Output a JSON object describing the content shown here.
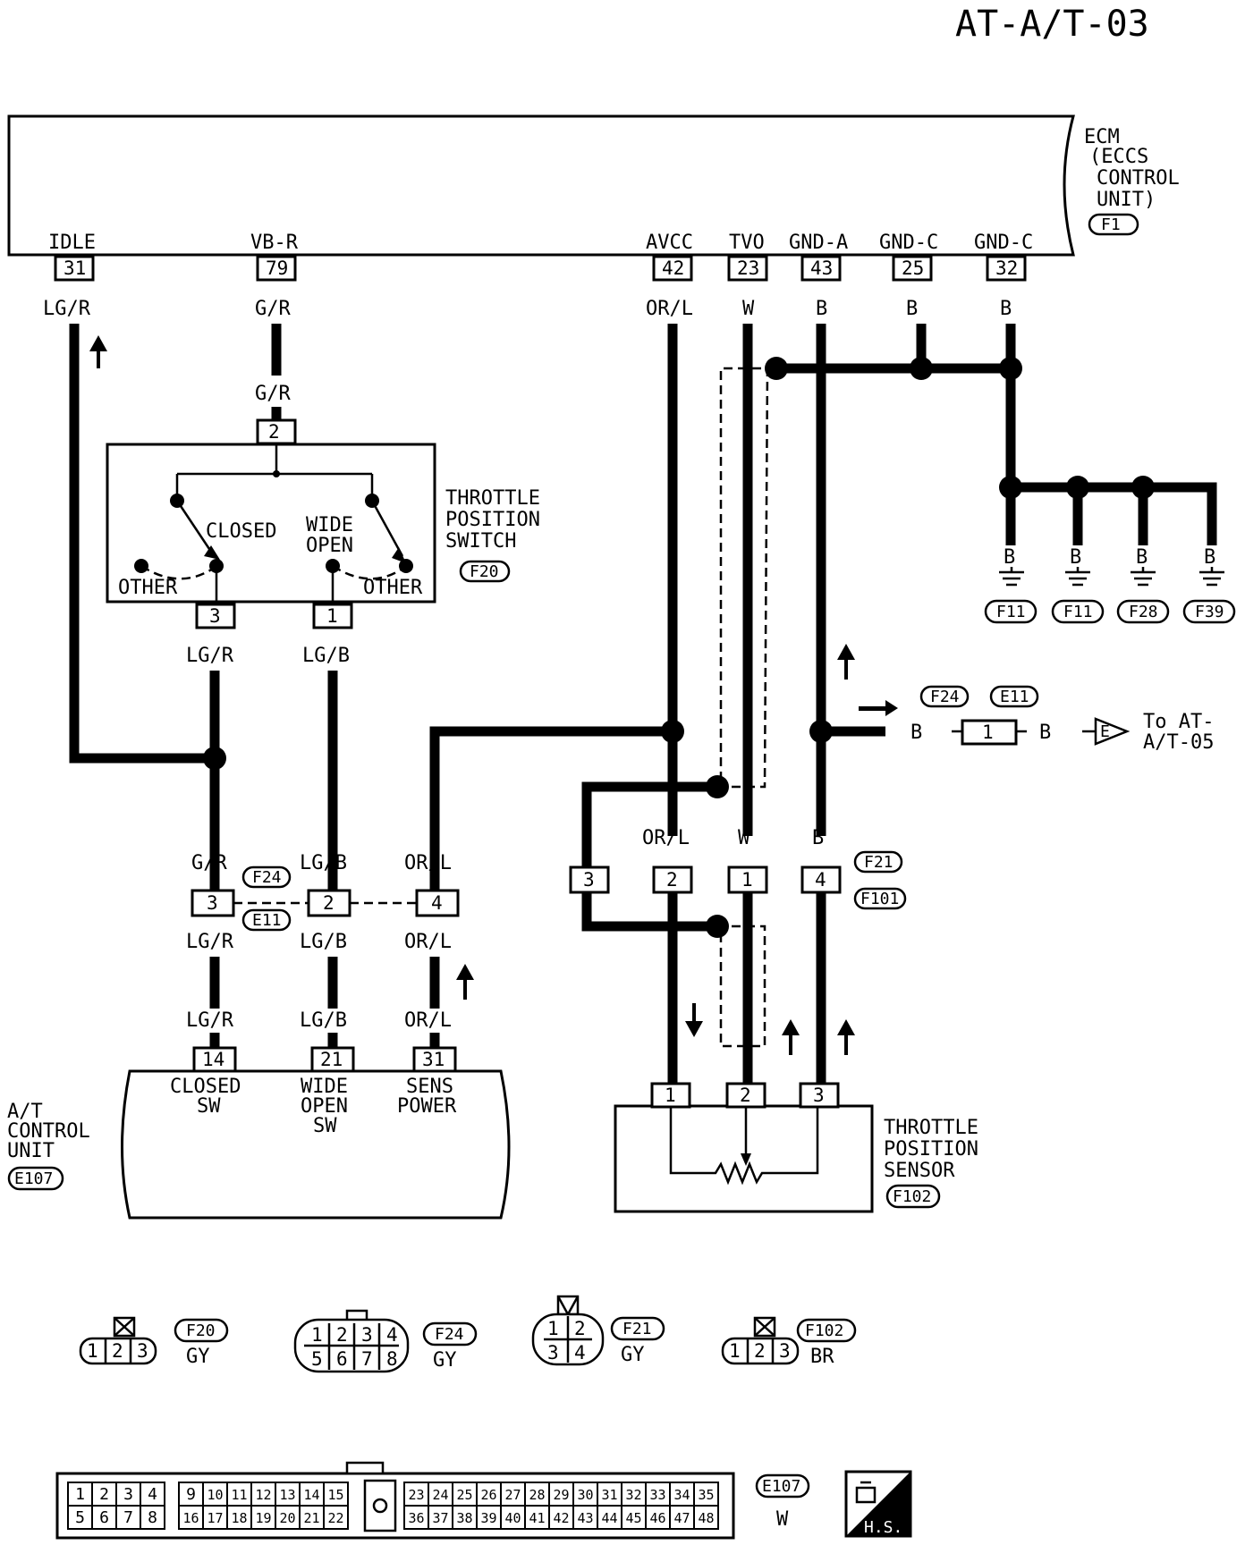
{
  "page_code": "AT-A/T-03",
  "ecm": {
    "title_lines": [
      "ECM",
      "(ECCS",
      "CONTROL",
      "UNIT)"
    ],
    "connector": "F1",
    "terminals": [
      {
        "label": "IDLE",
        "pin": "31",
        "wire": "LG/R"
      },
      {
        "label": "VB-R",
        "pin": "79",
        "wire": "G/R"
      },
      {
        "label": "AVCC",
        "pin": "42",
        "wire": "OR/L"
      },
      {
        "label": "TVO",
        "pin": "23",
        "wire": "W"
      },
      {
        "label": "GND-A",
        "pin": "43",
        "wire": "B"
      },
      {
        "label": "GND-C",
        "pin": "25",
        "wire": "B"
      },
      {
        "label": "GND-C",
        "pin": "32",
        "wire": "B"
      }
    ]
  },
  "throttle_switch": {
    "title_lines": [
      "THROTTLE",
      "POSITION",
      "SWITCH"
    ],
    "connector": "F20",
    "input_wire": "G/R",
    "input_pin": "2",
    "closed_label": "CLOSED",
    "wide_open_lines": [
      "WIDE",
      "OPEN"
    ],
    "other_label": "OTHER",
    "pins": [
      {
        "pin": "3",
        "wire": "LG/R"
      },
      {
        "pin": "1",
        "wire": "LG/B"
      }
    ]
  },
  "grounds": {
    "wire": "B",
    "connectors": [
      "F11",
      "F11",
      "F28",
      "F39"
    ]
  },
  "joint_connector": {
    "tags": [
      "F24",
      "E11"
    ],
    "pin": "1",
    "wire_left": "B",
    "wire_right": "B",
    "to_tag": "E",
    "to_lines": [
      "To AT-",
      "A/T-05"
    ]
  },
  "f21_connector": {
    "tags": [
      "F21",
      "F101"
    ],
    "pins": [
      {
        "pin": "3",
        "wire": ""
      },
      {
        "pin": "2",
        "wire": "OR/L"
      },
      {
        "pin": "1",
        "wire": "W"
      },
      {
        "pin": "4",
        "wire": "B"
      }
    ]
  },
  "f24_connector": {
    "tags": [
      "F24",
      "E11"
    ],
    "pins": [
      {
        "pin": "3",
        "top": "G/R",
        "bottom": "LG/R"
      },
      {
        "pin": "2",
        "top": "LG/B",
        "bottom": "LG/B"
      },
      {
        "pin": "4",
        "top": "OR/L",
        "bottom": "OR/L"
      }
    ]
  },
  "tcu": {
    "title_lines": [
      "A/T",
      "CONTROL",
      "UNIT"
    ],
    "connector": "E107",
    "terminals": [
      {
        "pin": "14",
        "wire": "LG/R",
        "lines": [
          "CLOSED",
          "SW"
        ]
      },
      {
        "pin": "21",
        "wire": "LG/B",
        "lines": [
          "WIDE",
          "OPEN",
          "SW"
        ]
      },
      {
        "pin": "31",
        "wire": "OR/L",
        "lines": [
          "SENS",
          "POWER"
        ]
      }
    ]
  },
  "tps": {
    "title_lines": [
      "THROTTLE",
      "POSITION",
      "SENSOR"
    ],
    "connector": "F102",
    "pins": [
      "1",
      "2",
      "3"
    ]
  },
  "connector_views": [
    {
      "tag": "F20",
      "color": "GY",
      "rows": [
        [
          "1",
          "2",
          "3"
        ]
      ]
    },
    {
      "tag": "F24",
      "color": "GY",
      "rows": [
        [
          "1",
          "2",
          "3",
          "4"
        ],
        [
          "5",
          "6",
          "7",
          "8"
        ]
      ]
    },
    {
      "tag": "F21",
      "color": "GY",
      "rows": [
        [
          "1",
          "2"
        ],
        [
          "3",
          "4"
        ]
      ]
    },
    {
      "tag": "F102",
      "color": "BR",
      "rows": [
        [
          "1",
          "2",
          "3"
        ]
      ]
    }
  ],
  "e107_view": {
    "tag": "E107",
    "color": "W",
    "group1": [
      [
        "1",
        "2",
        "3",
        "4"
      ],
      [
        "5",
        "6",
        "7",
        "8"
      ]
    ],
    "group2": [
      [
        "9",
        "10",
        "11",
        "12",
        "13",
        "14",
        "15"
      ],
      [
        "16",
        "17",
        "18",
        "19",
        "20",
        "21",
        "22"
      ]
    ],
    "group3": [
      [
        "23",
        "24",
        "25",
        "26",
        "27",
        "28",
        "29",
        "30",
        "31",
        "32",
        "33",
        "34",
        "35"
      ],
      [
        "36",
        "37",
        "38",
        "39",
        "40",
        "41",
        "42",
        "43",
        "44",
        "45",
        "46",
        "47",
        "48"
      ]
    ]
  },
  "hs_label": "H.S."
}
